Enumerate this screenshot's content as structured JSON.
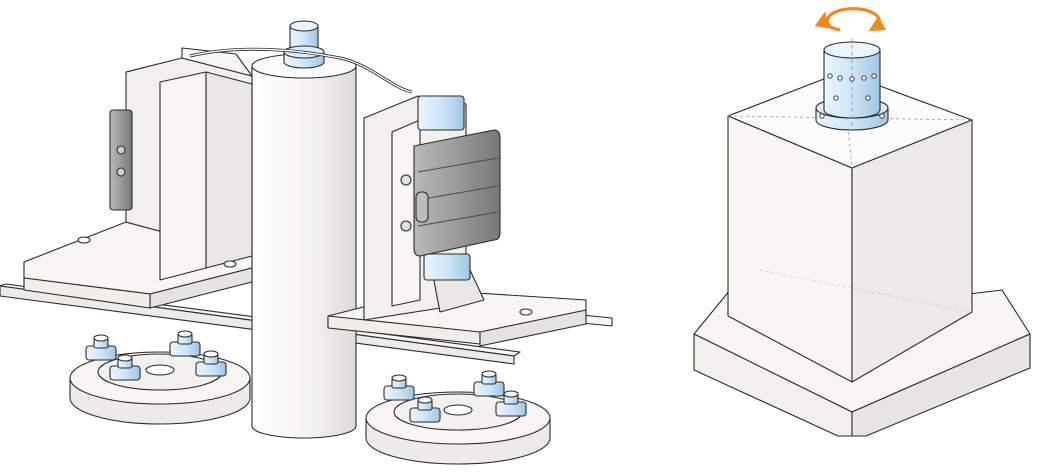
{
  "figure": {
    "left_view": {
      "components": [
        "pallet-changer-base",
        "center-column",
        "fixture-bracket-left",
        "fixture-bracket-right",
        "gripper-module-left",
        "gripper-module-right",
        "swivel-coupling",
        "air-line",
        "pallet-receiver-left",
        "pallet-receiver-right"
      ]
    },
    "right_view": {
      "components": [
        "base-plinth",
        "cube-housing",
        "rotary-coupling",
        "rotation-arrow"
      ]
    },
    "colors": {
      "outline": "#2b2b2b",
      "surface": "#f7f6f3",
      "surface_shade": "#e9e8e4",
      "accent_blue": "#cfe6f7",
      "dark_module": "#8e8e8e",
      "rotation_arrow": "#f0891a"
    }
  }
}
